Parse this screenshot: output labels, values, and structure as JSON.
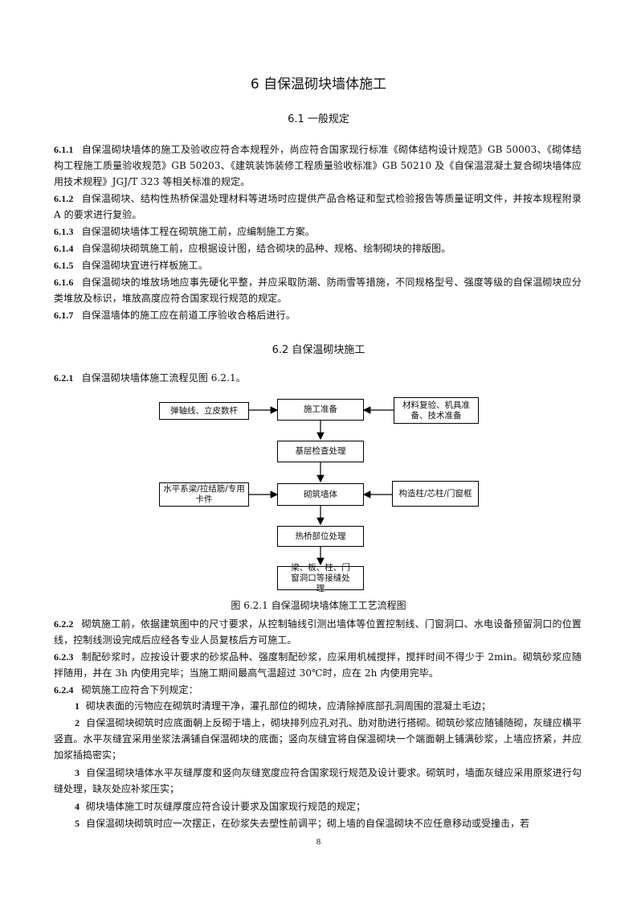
{
  "title": "6    自保温砌块墙体施工",
  "sec61": "6.1    一般规定",
  "p611": {
    "num": "6.1.1",
    "text": "自保温砌块墙体的施工及验收应符合本规程外，尚应符合国家现行标准《砌体结构设计规范》GB 50003、《砌体结构工程施工质量验收规范》GB 50203、《建筑装饰装修工程质量验收标准》GB 50210 及《自保温混凝土复合砌块墙体应用技术规程》JGJ/T 323 等相关标准的规定。"
  },
  "p612": {
    "num": "6.1.2",
    "text": "自保温砌块、结构性热桥保温处理材料等进场时应提供产品合格证和型式检验报告等质量证明文件，并按本规程附录 A 的要求进行复验。"
  },
  "p613": {
    "num": "6.1.3",
    "text": "自保温砌块墙体工程在砌筑施工前，应编制施工方案。"
  },
  "p614": {
    "num": "6.1.4",
    "text": "自保温砌块砌筑施工前，应根据设计图，结合砌块的品种、规格、绘制砌块的排版图。"
  },
  "p615": {
    "num": "6.1.5",
    "text": "自保温砌块宜进行样板施工。"
  },
  "p616": {
    "num": "6.1.6",
    "text": "自保温砌块的堆放场地应事先硬化平整，并应采取防潮、防雨雪等措施，不同规格型号、强度等级的自保温砌块应分类堆放及标识，堆放高度应符合国家现行规范的规定。"
  },
  "p617": {
    "num": "6.1.7",
    "text": "自保温墙体的施工应在前道工序验收合格后进行。"
  },
  "sec62": "6.2    自保温砌块施工",
  "p621": {
    "num": "6.2.1",
    "text": "自保温砌块墙体施工流程见图 6.2.1。"
  },
  "flow": {
    "prep": "施工准备",
    "left1": "弹轴线、立皮数杆",
    "right1": "材料复验、机具准备、技术准备",
    "base": "基层检查处理",
    "build": "砌筑墙体",
    "left2": "水平系梁/拉结筋/专用卡件",
    "right2": "构造柱/芯柱/门窗框",
    "thermal": "热桥部位处理",
    "final": "梁、板、柱、门窗洞口等接缝处理"
  },
  "caption": "图 6.2.1 自保温砌块墙体施工工艺流程图",
  "p622": {
    "num": "6.2.2",
    "text": "砌筑施工前，依据建筑图中的尺寸要求，从控制轴线引测出墙体等位置控制线、门窗洞口、水电设备预留洞口的位置线，控制线测设完成后应经各专业人员复核后方可施工。"
  },
  "p623": {
    "num": "6.2.3",
    "text": "制配砂浆时，应按设计要求的砂浆品种、强度制配砂浆，应采用机械搅拌，搅拌时间不得少于 2min。砌筑砂浆应随拌随用，并在 3h 内使用完毕；当施工期间最高气温超过 30℃时，应在 2h 内使用完毕。"
  },
  "p624": {
    "num": "6.2.4",
    "text": "砌筑施工应符合下列规定："
  },
  "items": [
    {
      "idx": "1",
      "text": "砌块表面的污物应在砌筑时清理干净，灌孔部位的砌块，应清除掉底部孔洞周围的混凝土毛边；"
    },
    {
      "idx": "2",
      "text": "自保温砌块砌筑时应底面朝上反砌于墙上，砌块排列应孔对孔、肋对肋进行搭砌。砌筑砂浆应随铺随砌，灰缝应横平竖直。水平灰缝宜采用坐浆法满铺自保温砌块的底面；竖向灰缝宜将自保温砌块一个端面朝上铺满砂浆，上墙应挤紧，并应加浆插捣密实；"
    },
    {
      "idx": "3",
      "text": "自保温砌块墙体水平灰缝厚度和竖向灰缝宽度应符合国家现行规范及设计要求。砌筑时，墙面灰缝应采用原浆进行勾缝处理，缺灰处应补浆压实；"
    },
    {
      "idx": "4",
      "text": "砌块墙体施工时灰缝厚度应符合设计要求及国家现行规范的规定；"
    },
    {
      "idx": "5",
      "text": "自保温砌块砌筑时应一次摆正，在砂浆失去塑性前调平；砌上墙的自保温砌块不应任意移动或受撞击，若"
    }
  ],
  "page_number": "8"
}
